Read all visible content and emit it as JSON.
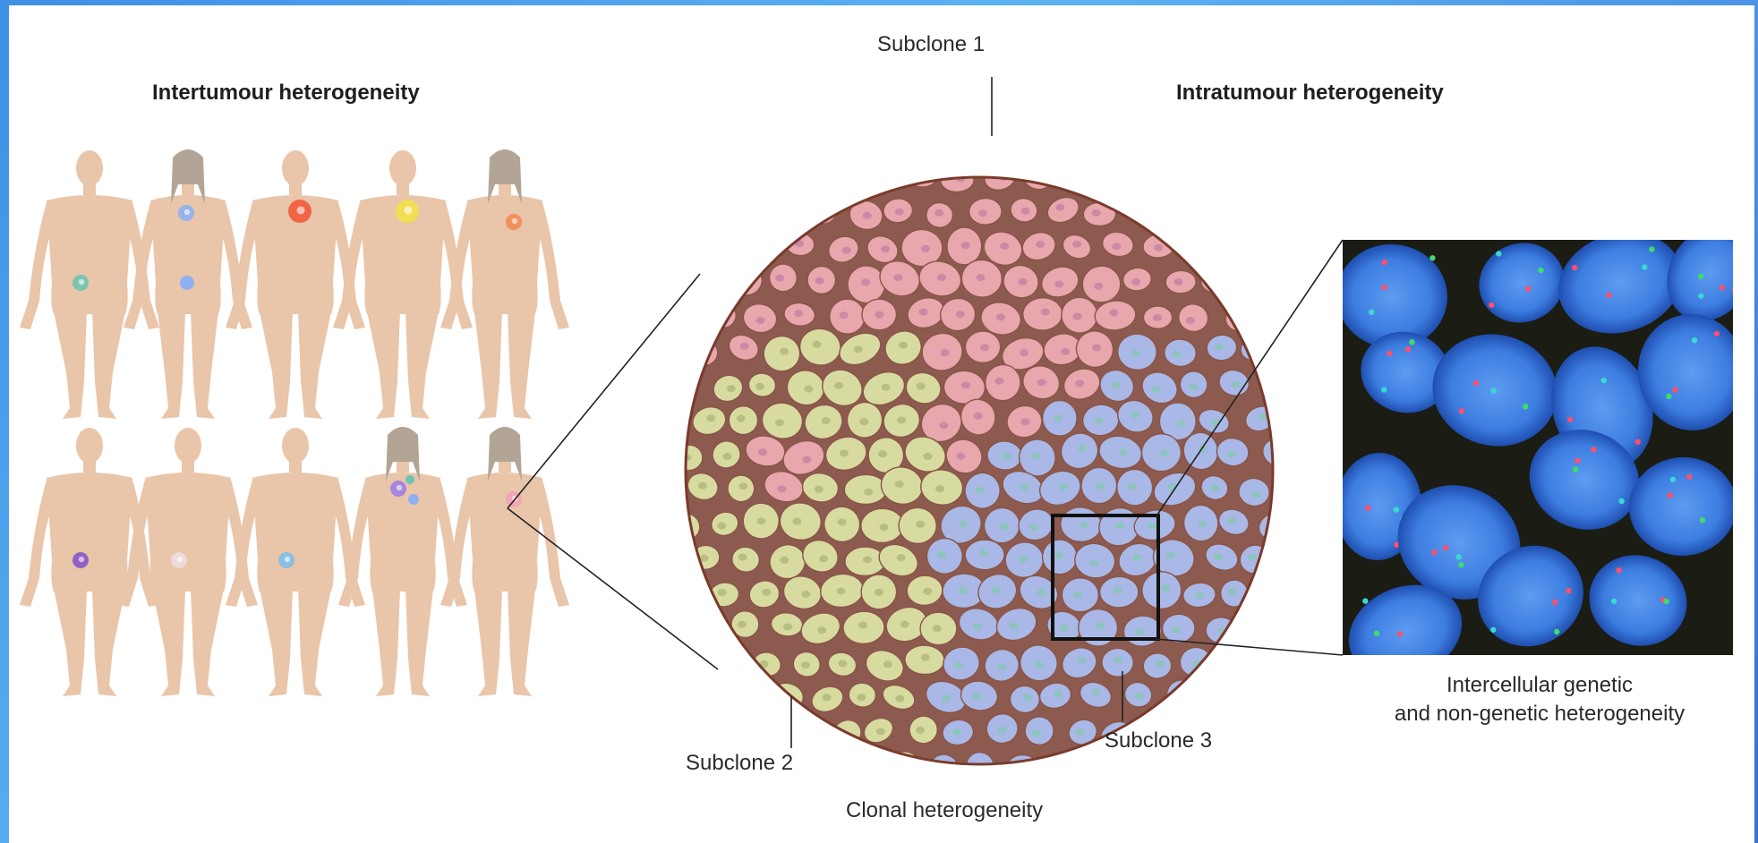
{
  "labels": {
    "intertumour": "Intertumour heterogeneity",
    "intratumour": "Intratumour heterogeneity",
    "subclone1": "Subclone 1",
    "subclone2": "Subclone 2",
    "subclone3": "Subclone 3",
    "clonal": "Clonal heterogeneity",
    "intercellular_line1": "Intercellular genetic",
    "intercellular_line2": "and non-genetic heterogeneity"
  },
  "colors": {
    "skin": "#e9c5aa",
    "hair": "#b3a596",
    "subclone1_cells": "#e8a7ac",
    "subclone2_cells": "#d8dba0",
    "subclone3_cells": "#a9b8e6",
    "tumour_outline": "#7a3b2c",
    "micrograph_bg": "#1b1c14",
    "nucleus": "#3d7de0"
  },
  "bodies": [
    {
      "type": "male",
      "tumour_color": "#6fc3b3",
      "organ": "gut"
    },
    {
      "type": "female",
      "tumour_color": "#8fb0f0",
      "organ": "lung+gut"
    },
    {
      "type": "male",
      "tumour_color": "#ef5a3b",
      "organ": "chest"
    },
    {
      "type": "male",
      "tumour_color": "#f3e048",
      "organ": "chest"
    },
    {
      "type": "female",
      "tumour_color": "#f28a52",
      "organ": "breast"
    },
    {
      "type": "male",
      "tumour_color": "#8a55c7",
      "organ": "gut"
    },
    {
      "type": "male",
      "tumour_color": "#eadfe0",
      "organ": "gut"
    },
    {
      "type": "male",
      "tumour_color": "#7fbde8",
      "organ": "gut"
    },
    {
      "type": "female",
      "tumour_color": "#a07ee0",
      "organ": "multi"
    },
    {
      "type": "female",
      "tumour_color": "#f2a3b6",
      "organ": "breast"
    }
  ]
}
